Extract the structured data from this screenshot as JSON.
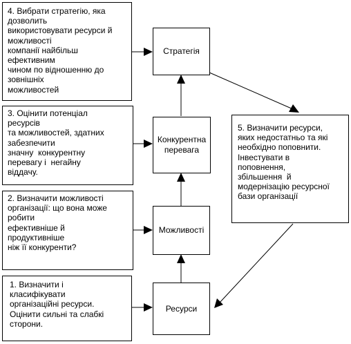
{
  "task_boxes": {
    "b4": "4. Вибрати стратегію, яка\nдозволить\nвикористовувати ресурси й\nможливості\nкомпанії найбільш\nефективним\nчином по відношенню до\nзовнішніх\nможливостей",
    "b3": "3. Оцінити потенціал\nресурсів\nта можливостей, здатних\nзабезпечити\nзначну  конкурентну\nперевагу і  негайну\nвіддачу.",
    "b2": "2. Визначити можливості\nорганізації: що вона може\nробити\nефективніше й\nпродуктивніше\nніж її конкуренти?",
    "b1": "1. Визначити і\nкласифікувати\nорганізаційні ресурси.\nОцінити сильні та слабкі\nсторони.",
    "b5": "5. Визначити ресурси,\nяких недостатньо та які\nнеобхідно поповнити.\nІнвестувати в\nпоповнення,\nзбільшення  й\nмодернізацію ресурсної\nбази організації"
  },
  "stage_boxes": {
    "strategy": "Стратегія",
    "advantage": "Конкурентна\nперевага",
    "capabilities": "Можливості",
    "resources": "Ресурси"
  }
}
